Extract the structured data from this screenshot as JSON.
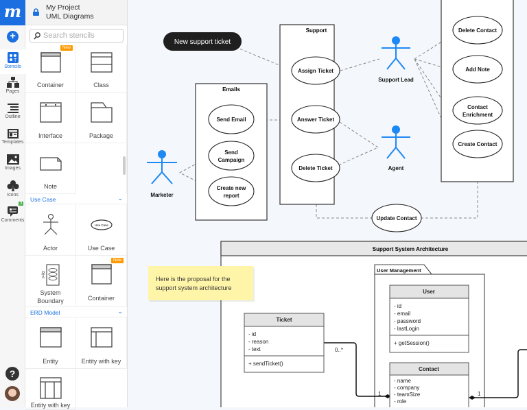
{
  "app": {
    "logo": "m",
    "project": "My Project",
    "document": "UML Diagrams"
  },
  "rail": [
    {
      "label": "Stencils",
      "icon": "stencils-icon"
    },
    {
      "label": "Pages",
      "icon": "pages-icon"
    },
    {
      "label": "Outline",
      "icon": "outline-icon"
    },
    {
      "label": "Templates",
      "icon": "templates-icon"
    },
    {
      "label": "Images",
      "icon": "images-icon"
    },
    {
      "label": "Icons",
      "icon": "icons-icon"
    },
    {
      "label": "Comments",
      "icon": "comments-icon",
      "badge": "3"
    }
  ],
  "search": {
    "placeholder": "Search stencils"
  },
  "stencils": {
    "uml": [
      "Container",
      "Class",
      "Interface",
      "Package",
      "Note"
    ],
    "new_badge": "New",
    "use_case_title": "Use Case",
    "use_case": [
      "Actor",
      "Use Case",
      "System",
      "Boundary",
      "Container"
    ],
    "use_case_glyph": "Use Case",
    "erd_title": "ERD Model",
    "erd": [
      "Entity",
      "Entity with key",
      "Entity with key"
    ]
  },
  "diagram": {
    "pill": "New support ticket",
    "emails": "Emails",
    "support": "Support",
    "actors": {
      "marketer": "Marketer",
      "lead": "Support Lead",
      "agent": "Agent"
    },
    "uc": {
      "assign": "Assign Ticket",
      "answer": "Answer Ticket",
      "delete": "Delete Ticket",
      "send_email": "Send Email",
      "send_campaign": [
        "Send",
        "Campaign"
      ],
      "report": [
        "Create new",
        "report"
      ],
      "del_contact": "Delete Contact",
      "add_note": "Add Note",
      "enrich": [
        "Contact",
        "Enrichment"
      ],
      "create_contact": "Create Contact",
      "update_contact": "Update Contact"
    },
    "arch_title": "Support System Architecture",
    "note": [
      "Here is the proposal for the",
      "support system architecture"
    ],
    "package": "User Management",
    "user": {
      "name": "User",
      "attrs": [
        "- id",
        "- email",
        "- password",
        "- lastLogin"
      ],
      "method": "+ getSession()"
    },
    "contact": {
      "name": "Contact",
      "attrs": [
        "- name",
        "- company",
        "- teamSize",
        "- role"
      ]
    },
    "ticket": {
      "name": "Ticket",
      "attrs": [
        "- id",
        "- reason",
        "- text"
      ],
      "method": "+ sendTicket()"
    },
    "mult": {
      "many": "0..*",
      "one_a": "1",
      "one_b": "1"
    }
  },
  "colors": {
    "brand": "#1b6fe0",
    "actor": "#1e88f5",
    "note": "#fff5a8",
    "badge": "#ff9900"
  }
}
